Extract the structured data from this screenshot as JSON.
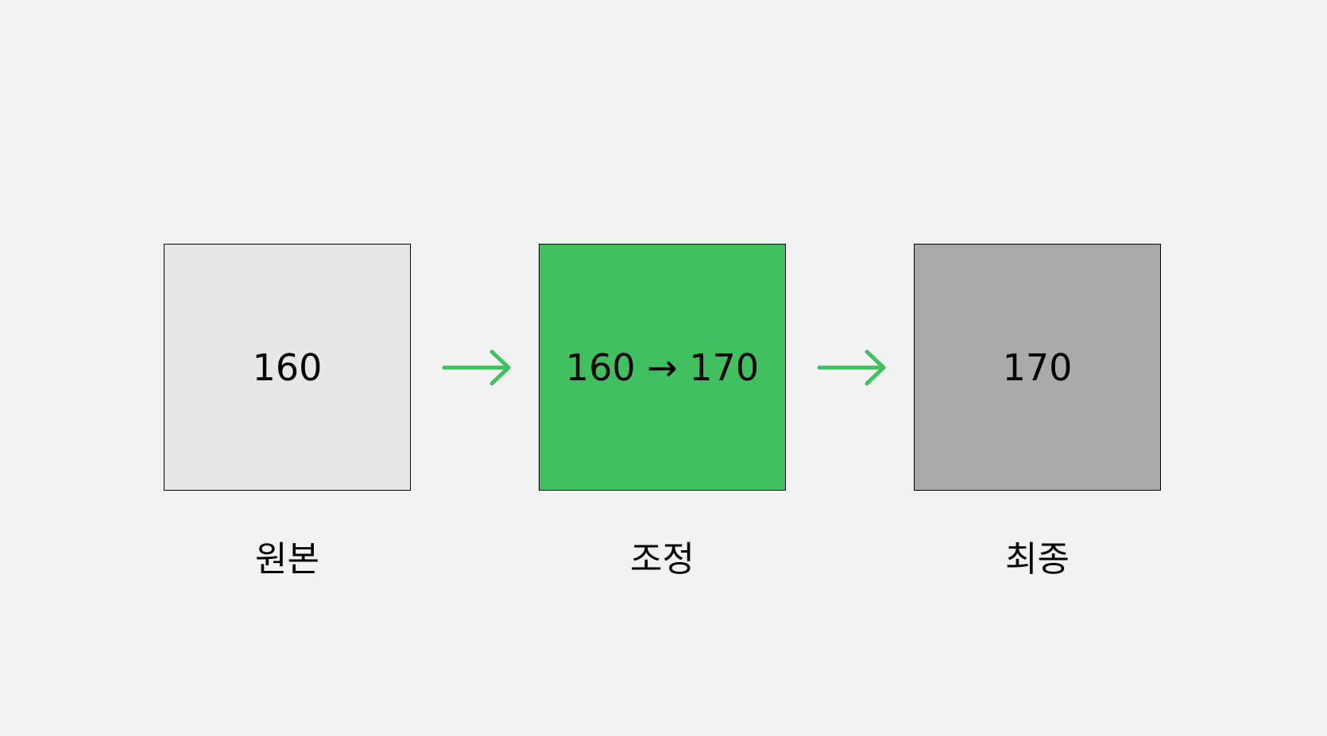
{
  "steps": [
    {
      "value": "160",
      "label": "원본",
      "color": "#e7e7e7"
    },
    {
      "value": "160 → 170",
      "label": "조정",
      "color": "#40c05f"
    },
    {
      "value": "170",
      "label": "최종",
      "color": "#aaaaaa"
    }
  ],
  "arrow_color": "#40c05f",
  "background": "#f2f2f2"
}
